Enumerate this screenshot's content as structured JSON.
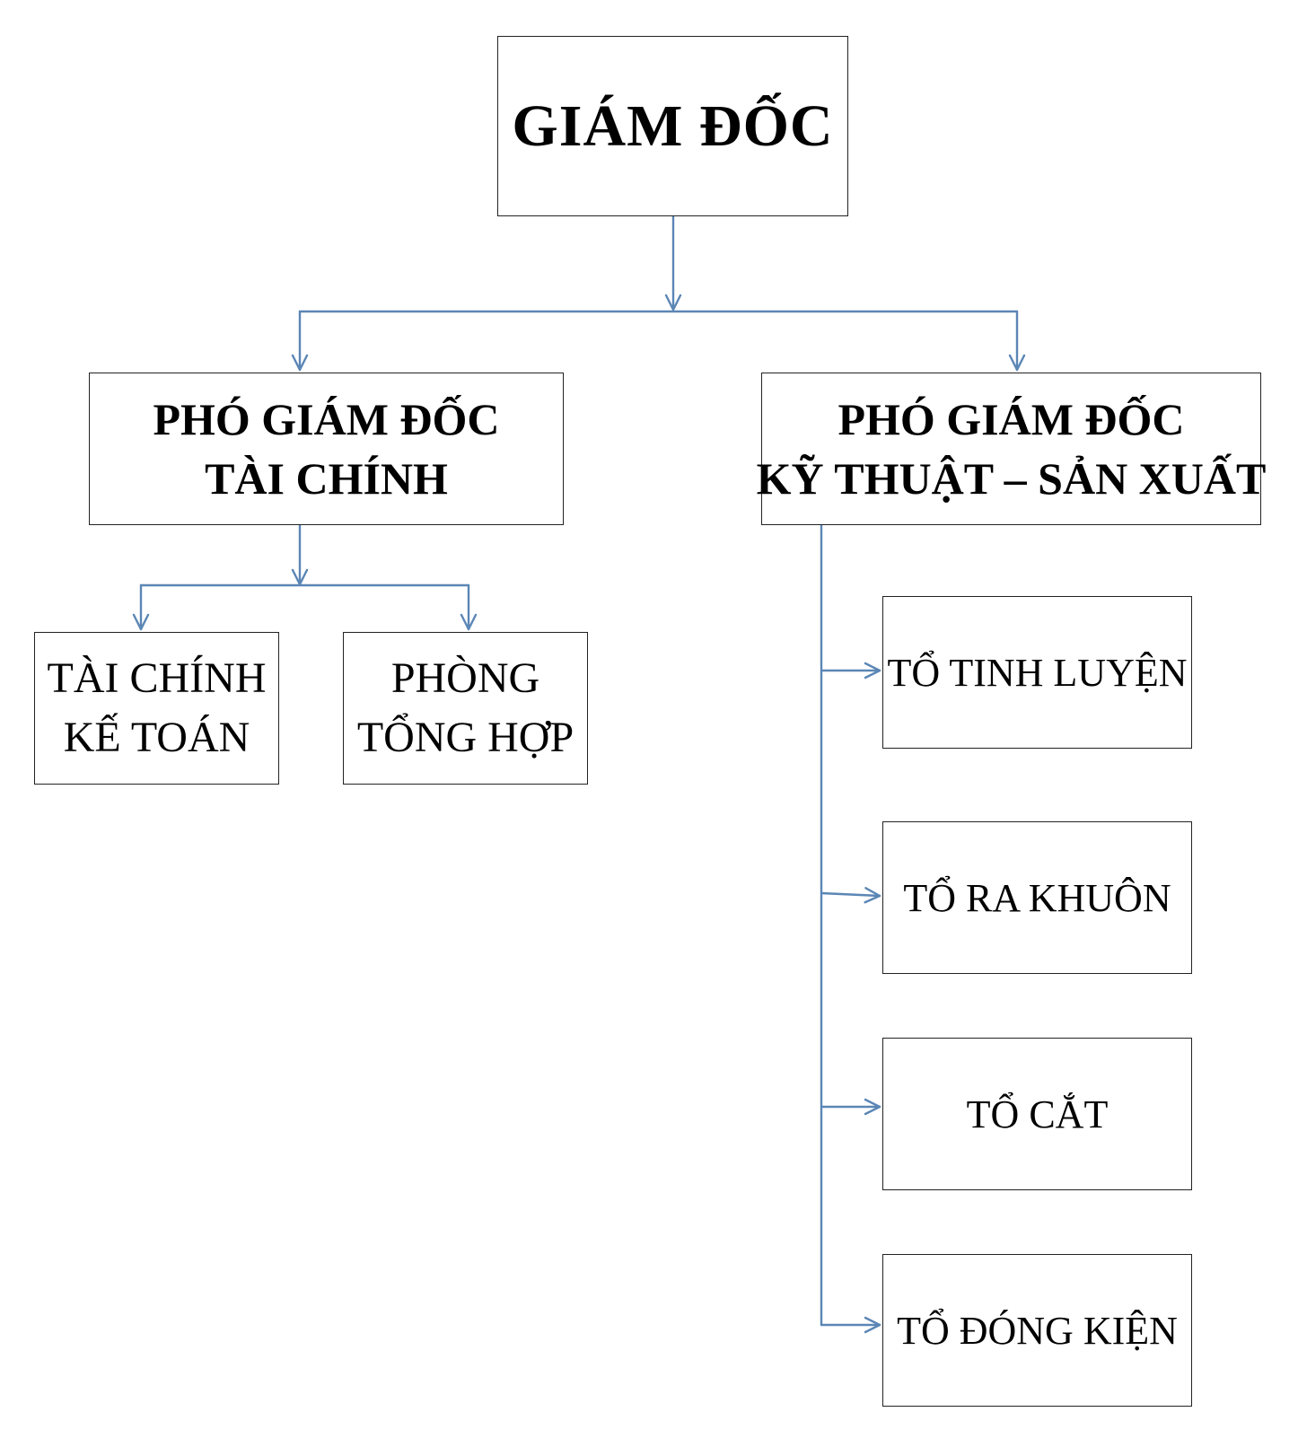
{
  "colors": {
    "connector": "#5b86b5",
    "box_border": "#222222",
    "text": "#000000",
    "background": "#ffffff"
  },
  "director": {
    "title": "GIÁM ĐỐC"
  },
  "deputy_finance": {
    "line1": "PHÓ GIÁM ĐỐC",
    "line2": "TÀI CHÍNH"
  },
  "deputy_technical": {
    "line1": "PHÓ GIÁM ĐỐC",
    "line2": "KỸ THUẬT – SẢN XUẤT"
  },
  "finance_departments": [
    {
      "line1": "TÀI CHÍNH",
      "line2": "KẾ TOÁN"
    },
    {
      "line1": "PHÒNG",
      "line2": "TỔNG HỢP"
    }
  ],
  "production_teams": [
    {
      "label": "TỔ TINH LUYỆN"
    },
    {
      "label": "TỔ RA KHUÔN"
    },
    {
      "label": "TỔ CẮT"
    },
    {
      "label": "TỔ ĐÓNG KIỆN"
    }
  ]
}
